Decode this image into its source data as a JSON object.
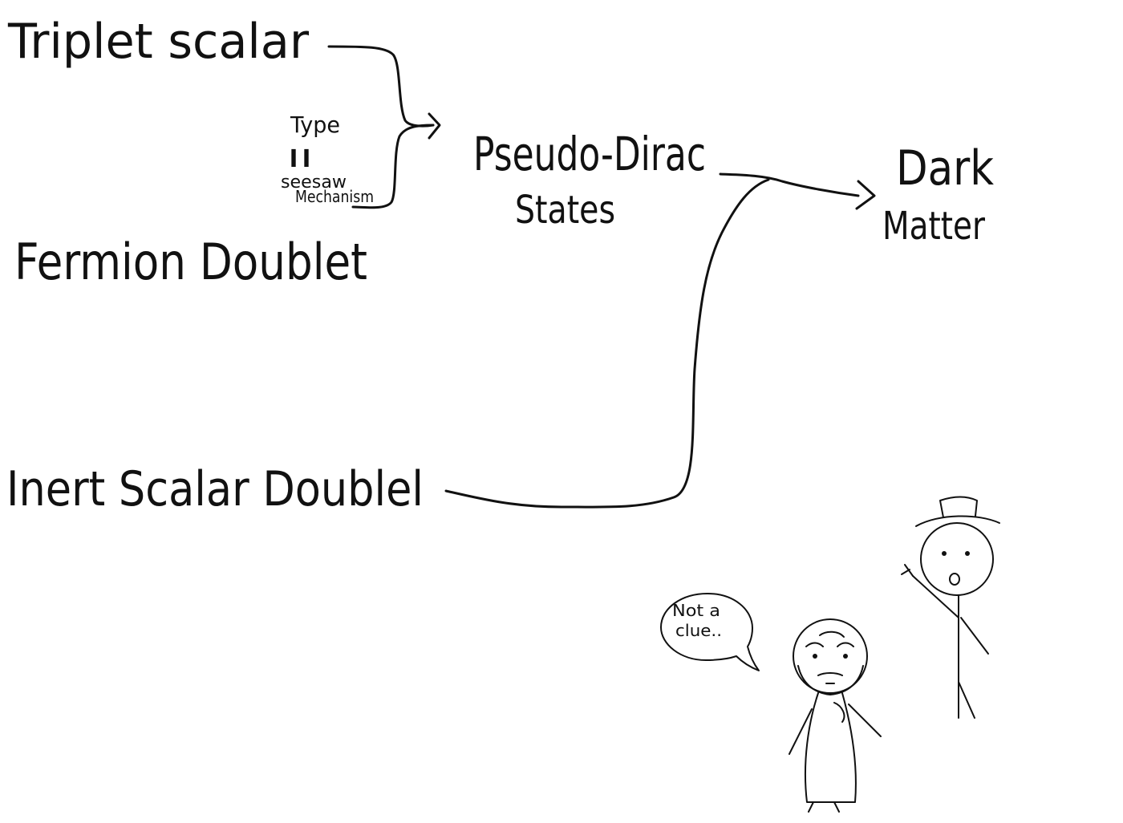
{
  "nodes": {
    "triplet_scalar": "Triplet scalar",
    "fermion_doublet": "Fermion Doublet",
    "inert_scalar_doublet": "Inert Scalar Doublel",
    "pseudo_dirac_line1": "Pseudo-Dirac",
    "pseudo_dirac_line2": "States",
    "dark_matter_line1": "Dark",
    "dark_matter_line2": "Matter"
  },
  "brace_label": {
    "line1": "Type",
    "line2": "II",
    "line3": "seesaw",
    "line4": "Mechanism"
  },
  "speech_bubble": {
    "line1": "Not a",
    "line2": "clue.."
  },
  "colors": {
    "ink": "#111111",
    "background": "#ffffff"
  }
}
